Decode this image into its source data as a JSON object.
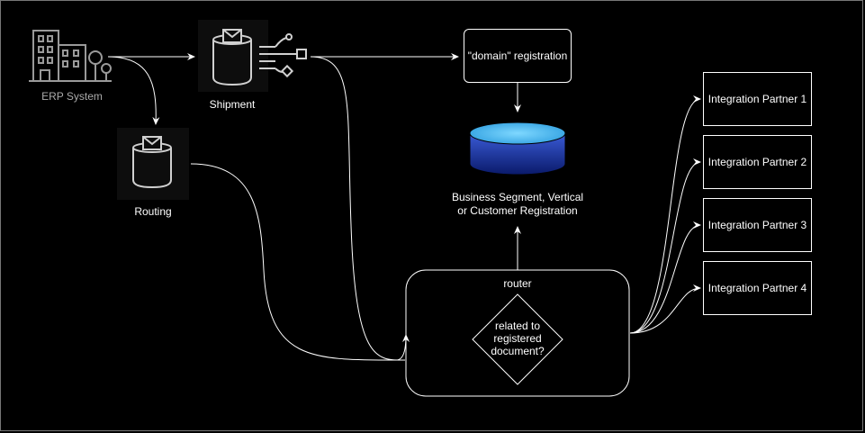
{
  "nodes": {
    "erp": "ERP System",
    "shipment": "Shipment",
    "routing": "Routing",
    "domain_registration": "\"domain\" registration",
    "database_label_line1": "Business Segment, Vertical",
    "database_label_line2": "or Customer Registration",
    "router": "router",
    "decision_line1": "related to",
    "decision_line2": "registered",
    "decision_line3": "document?"
  },
  "partners": [
    "Integration Partner 1",
    "Integration Partner 2",
    "Integration Partner 3",
    "Integration Partner 4"
  ],
  "icons": {
    "erp": "office-buildings-icon",
    "shipment": "message-queue-topic-icon",
    "routing": "message-queue-icon",
    "database": "database-cylinder-icon"
  },
  "colors": {
    "background": "#000000",
    "line": "#ffffff",
    "icon_grey": "#9a9a9a",
    "icon_light": "#d0d0d0",
    "db_top": "#66ccff",
    "db_body_top": "#3a5bd6",
    "db_body_bottom": "#0a1a6a"
  }
}
